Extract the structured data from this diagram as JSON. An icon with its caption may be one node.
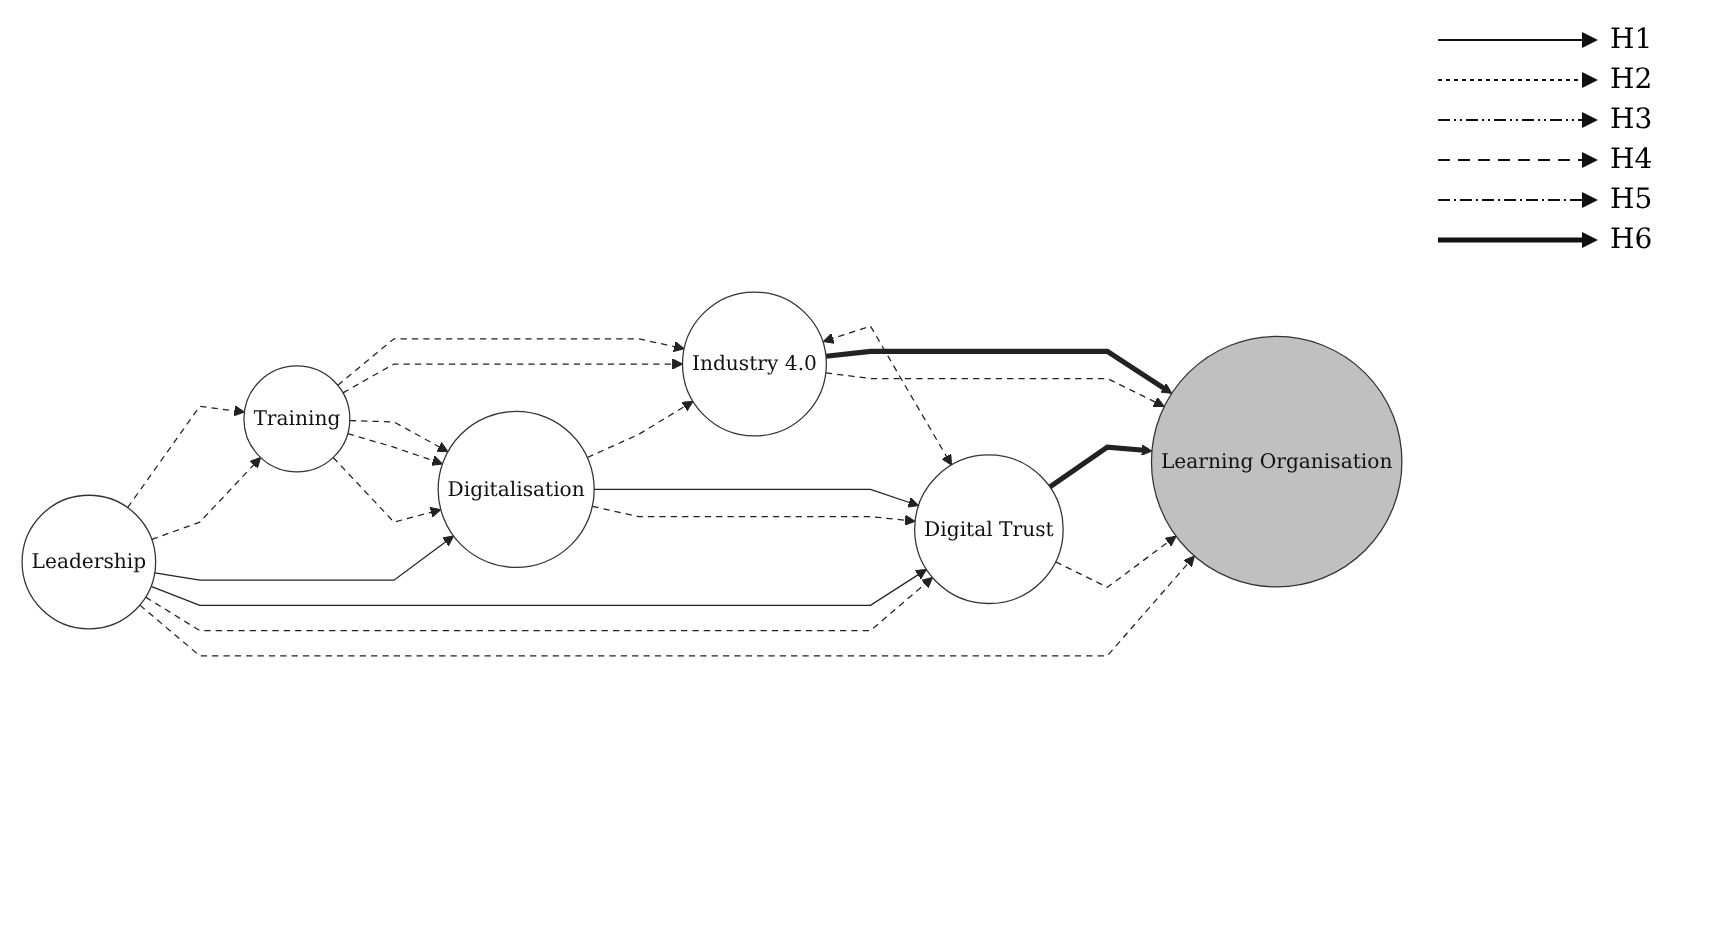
{
  "diagram": {
    "nodes": [
      {
        "text": [
          "Industry 4.0"
        ]
      },
      {
        "text": [
          "Training"
        ]
      },
      {
        "text": [
          "Digitalisation"
        ]
      },
      {
        "text": [
          "Leadership"
        ]
      },
      {
        "text": [
          "Digital Trust"
        ]
      },
      {
        "text": [
          "Learning Organisation"
        ]
      }
    ],
    "edges": [
      {
        "from": 3,
        "to": 1,
        "arrow": "to",
        "style": "dashed"
      },
      {
        "from": 3,
        "to": 1,
        "arrow": "to",
        "style": "dashed"
      },
      {
        "from": 1,
        "to": 0,
        "arrow": "to",
        "style": "dashed"
      },
      {
        "from": 1,
        "to": 0,
        "arrow": "to",
        "style": "dashed"
      },
      {
        "from": 1,
        "to": 2,
        "arrow": "to",
        "style": "dashed"
      },
      {
        "from": 1,
        "to": 2,
        "arrow": "to",
        "style": "dashed"
      },
      {
        "from": 1,
        "to": 2,
        "arrow": "to",
        "style": "dashed"
      },
      {
        "from": 3,
        "to": 2,
        "arrow": "to"
      },
      {
        "from": 3,
        "to": 4,
        "arrow": "to"
      },
      {
        "from": 3,
        "to": 4,
        "arrow": "to",
        "style": "dashed"
      },
      {
        "from": 3,
        "to": 5,
        "arrow": "to",
        "style": "dashed"
      },
      {
        "from": 2,
        "to": 0,
        "arrow": "to",
        "style": "dashed"
      },
      {
        "from": 0,
        "to": 4,
        "arrow": "both",
        "style": "dashed"
      },
      {
        "from": 2,
        "to": 4,
        "arrow": "to"
      },
      {
        "from": 2,
        "to": 4,
        "arrow": "to",
        "style": "dashed"
      },
      {
        "from": 0,
        "to": 5,
        "arrow": "to",
        "style": "thick"
      },
      {
        "from": 0,
        "to": 5,
        "arrow": "to",
        "style": "dashed"
      },
      {
        "from": 4,
        "to": 5,
        "arrow": "to",
        "style": "thick"
      },
      {
        "from": 4,
        "to": 5,
        "arrow": "to",
        "style": "dashed"
      }
    ],
    "legend": [
      {
        "text": "H1"
      },
      {
        "text": "H2"
      },
      {
        "text": "H3"
      },
      {
        "text": "H4"
      },
      {
        "text": "H5"
      },
      {
        "text": "H6"
      }
    ]
  }
}
